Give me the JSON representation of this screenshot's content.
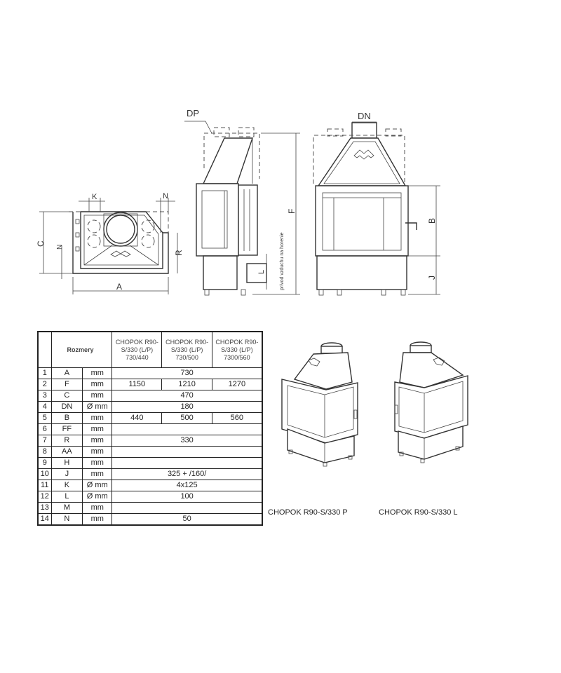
{
  "drawings": {
    "top_view": {
      "labels": [
        "K",
        "N",
        "C",
        "N",
        "R",
        "A"
      ]
    },
    "side_view": {
      "labels": [
        "DP",
        "F",
        "L"
      ],
      "vertical_note": "prívod vzduchu na horenie"
    },
    "front_view": {
      "labels": [
        "DN",
        "B",
        "J"
      ]
    }
  },
  "table": {
    "header": {
      "title": "Rozmery",
      "models": [
        "CHOPOK R90-S/330 (L/P) 730/440",
        "CHOPOK R90-S/330 (L/P) 730/500",
        "CHOPOK R90-S/330 (L/P) 7300/560"
      ]
    },
    "rows": [
      {
        "n": "1",
        "dim": "A",
        "unit": "mm",
        "values": [
          "730"
        ]
      },
      {
        "n": "2",
        "dim": "F",
        "unit": "mm",
        "values": [
          "1150",
          "1210",
          "1270"
        ]
      },
      {
        "n": "3",
        "dim": "C",
        "unit": "mm",
        "values": [
          "470"
        ]
      },
      {
        "n": "4",
        "dim": "DN",
        "unit": "Ø mm",
        "values": [
          "180"
        ]
      },
      {
        "n": "5",
        "dim": "B",
        "unit": "mm",
        "values": [
          "440",
          "500",
          "560"
        ]
      },
      {
        "n": "6",
        "dim": "FF",
        "unit": "mm",
        "values": [
          ""
        ]
      },
      {
        "n": "7",
        "dim": "R",
        "unit": "mm",
        "values": [
          "330"
        ]
      },
      {
        "n": "8",
        "dim": "AA",
        "unit": "mm",
        "values": [
          ""
        ]
      },
      {
        "n": "9",
        "dim": "H",
        "unit": "mm",
        "values": [
          ""
        ]
      },
      {
        "n": "10",
        "dim": "J",
        "unit": "mm",
        "values": [
          "325 + /160/"
        ]
      },
      {
        "n": "11",
        "dim": "K",
        "unit": "Ø mm",
        "values": [
          "4x125"
        ]
      },
      {
        "n": "12",
        "dim": "L",
        "unit": "Ø mm",
        "values": [
          "100"
        ]
      },
      {
        "n": "13",
        "dim": "M",
        "unit": "mm",
        "values": [
          ""
        ]
      },
      {
        "n": "14",
        "dim": "N",
        "unit": "mm",
        "values": [
          "50"
        ]
      }
    ]
  },
  "products": [
    {
      "caption": "CHOPOK R90-S/330 P"
    },
    {
      "caption": "CHOPOK R90-S/330 L"
    }
  ]
}
